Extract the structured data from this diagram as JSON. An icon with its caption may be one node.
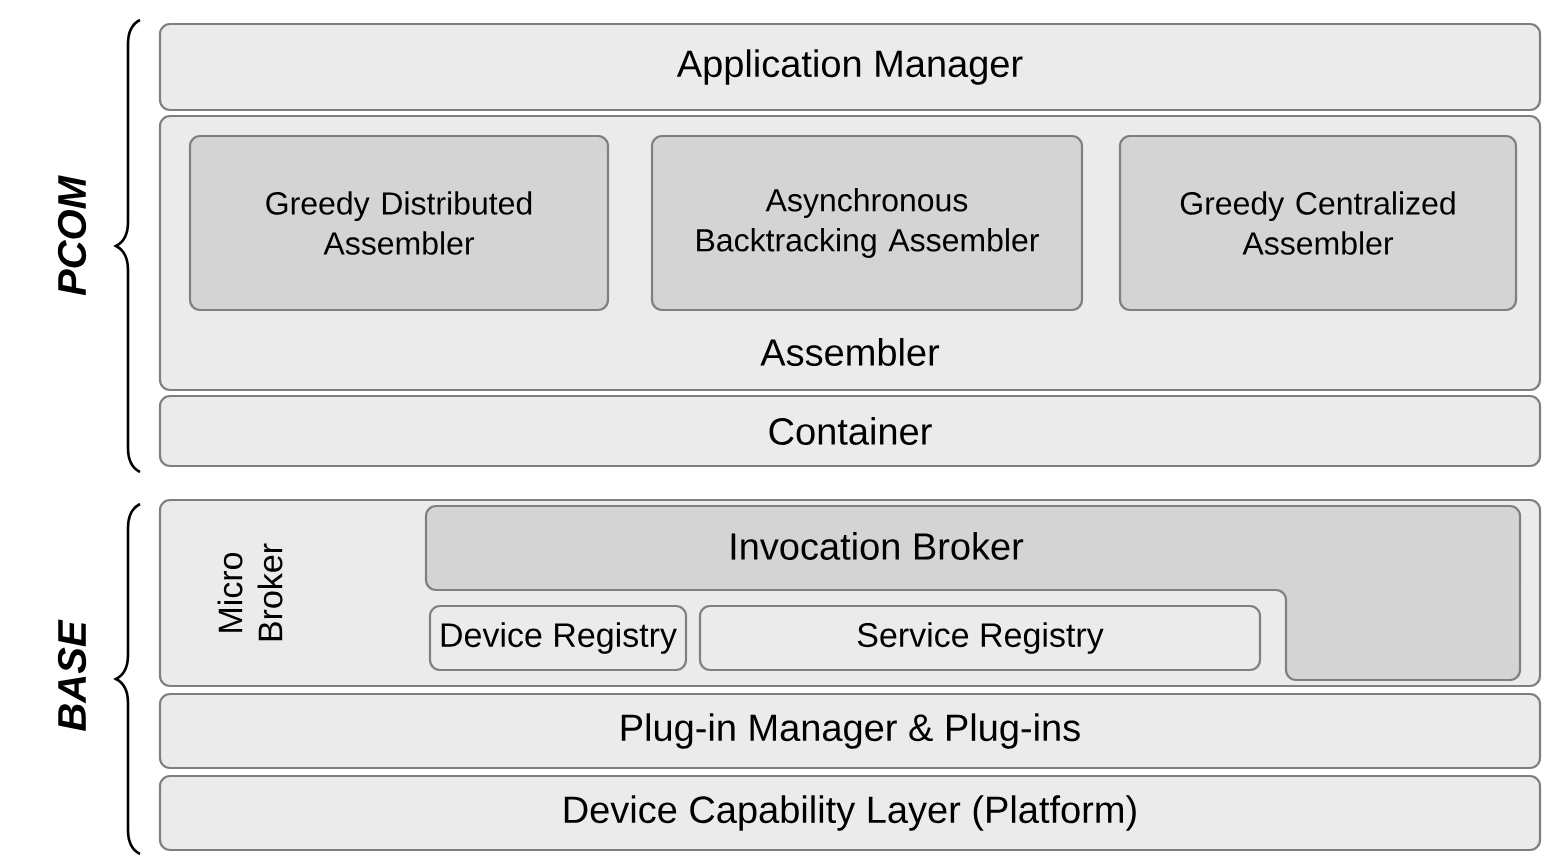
{
  "diagram": {
    "nodes": [
      {
        "text": [
          "Application Manager"
        ]
      },
      {
        "text": [
          "Assembler"
        ]
      },
      {
        "text": [
          "Greedy Distributed Assembler"
        ],
        "in": 1
      },
      {
        "text": [
          "Asynchronous Backtracking Assembler"
        ],
        "in": 1
      },
      {
        "text": [
          "Greedy Centralized Assembler"
        ],
        "in": 1
      },
      {
        "text": [
          "Container"
        ]
      },
      {
        "text": [
          "Micro Broker"
        ]
      },
      {
        "text": [
          "Invocation Broker"
        ],
        "in": 6
      },
      {
        "text": [
          "Device Registry"
        ],
        "in": 6
      },
      {
        "text": [
          "Service Registry"
        ],
        "in": 6
      },
      {
        "text": [
          "Plug-in Manager & Plug-ins"
        ]
      },
      {
        "text": [
          "Device Capability Layer (Platform)"
        ]
      }
    ],
    "labels": [
      "PCOM",
      "BASE"
    ]
  }
}
